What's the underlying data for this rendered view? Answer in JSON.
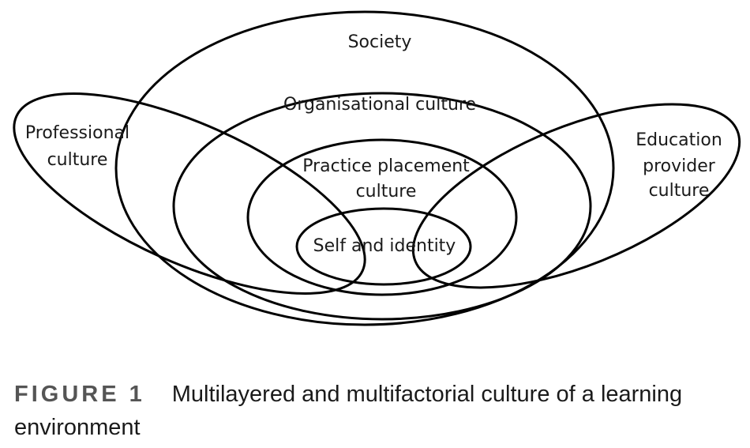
{
  "diagram": {
    "layers": {
      "society": "Society",
      "organisational": "Organisational culture",
      "practice_line1": "Practice placement",
      "practice_line2": "culture",
      "self": "Self and identity",
      "professional_line1": "Professional",
      "professional_line2": "culture",
      "education_line1": "Education",
      "education_line2": "provider",
      "education_line3": "culture"
    }
  },
  "caption": {
    "label": "FIGURE 1",
    "text": "Multilayered and multifactorial culture of a learning environment"
  },
  "colors": {
    "stroke": "#000000",
    "text": "#1a1a1a",
    "caption_label": "#555555"
  }
}
